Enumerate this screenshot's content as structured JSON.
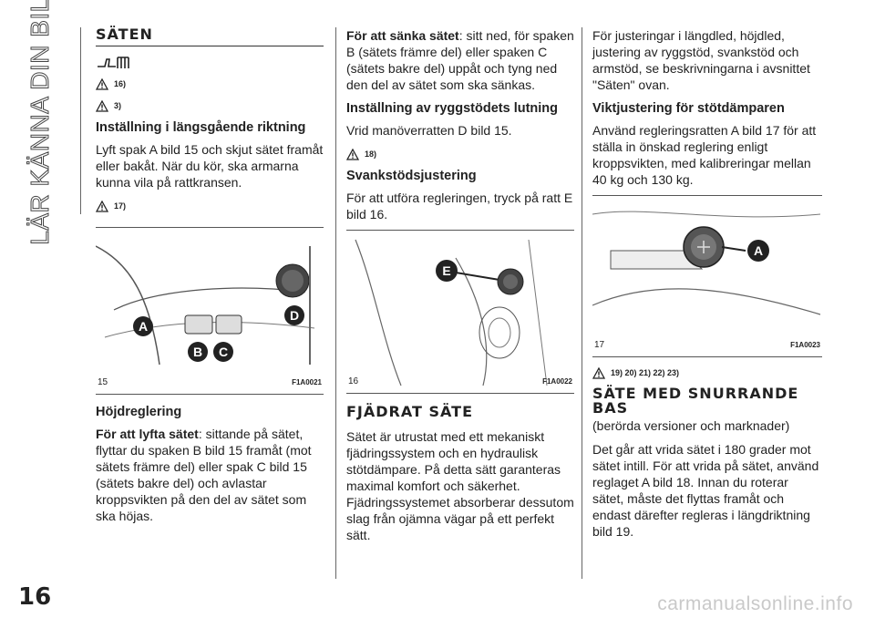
{
  "side_title": "LÄR KÄNNA DIN BIL",
  "page_number": "16",
  "watermark": "carmanualsonline.info",
  "col1": {
    "heading": "SÄTEN",
    "warn1": "16)",
    "warn2": "3)",
    "sub1": "Inställning i längsgående riktning",
    "p1": "Lyft spak A bild 15 och skjut sätet framåt eller bakåt. När du kör, ska armarna kunna vila på rattkransen.",
    "warn3": "17)",
    "fig_num": "15",
    "fig_code": "F1A0021",
    "fig_labels": [
      "A",
      "B",
      "C",
      "D"
    ],
    "sub2": "Höjdreglering",
    "p2_bold": "För att lyfta sätet",
    "p2": ": sittande på sätet, flyttar du spaken B bild 15 framåt (mot sätets främre del) eller spak C bild 15 (sätets bakre del) och avlastar kroppsvikten på den del av sätet som ska höjas."
  },
  "col2": {
    "p1_bold": "För att sänka sätet",
    "p1": ": sitt ned, för spaken B (sätets främre del) eller spaken C (sätets bakre del) uppåt och tyng ned den del av sätet som ska sänkas.",
    "sub1": "Inställning av ryggstödets lutning",
    "p2": "Vrid manöverratten D bild 15.",
    "warn1": "18)",
    "sub2": "Svankstödsjustering",
    "p3": "För att utföra regleringen, tryck på ratt E bild 16.",
    "fig_num": "16",
    "fig_code": "F1A0022",
    "fig_label": "E",
    "heading": "FJÄDRAT SÄTE",
    "p4": "Sätet är utrustat med ett mekaniskt fjädringssystem och en hydraulisk stötdämpare. På detta sätt garanteras maximal komfort och säkerhet. Fjädringssystemet absorberar dessutom slag från ojämna vägar på ett perfekt sätt."
  },
  "col3": {
    "p1": "För justeringar i längdled, höjdled, justering av ryggstöd, svankstöd och armstöd, se beskrivningarna i avsnittet \"Säten\" ovan.",
    "sub1": "Viktjustering för stötdämparen",
    "p2": "Använd regleringsratten A bild 17 för att ställa in önskad reglering enligt kroppsvikten, med kalibreringar mellan 40 kg och 130 kg.",
    "fig_num": "17",
    "fig_code": "F1A0023",
    "fig_label": "A",
    "warn1": "19) 20) 21) 22) 23)",
    "heading": "SÄTE MED SNURRANDE BAS",
    "p3": "(berörda versioner och marknader)",
    "p4": "Det går att vrida sätet i 180 grader mot sätet intill. För att vrida på sätet, använd reglaget A bild 18. Innan du roterar sätet, måste det flyttas framåt och endast därefter regleras i längdriktning bild 19."
  }
}
